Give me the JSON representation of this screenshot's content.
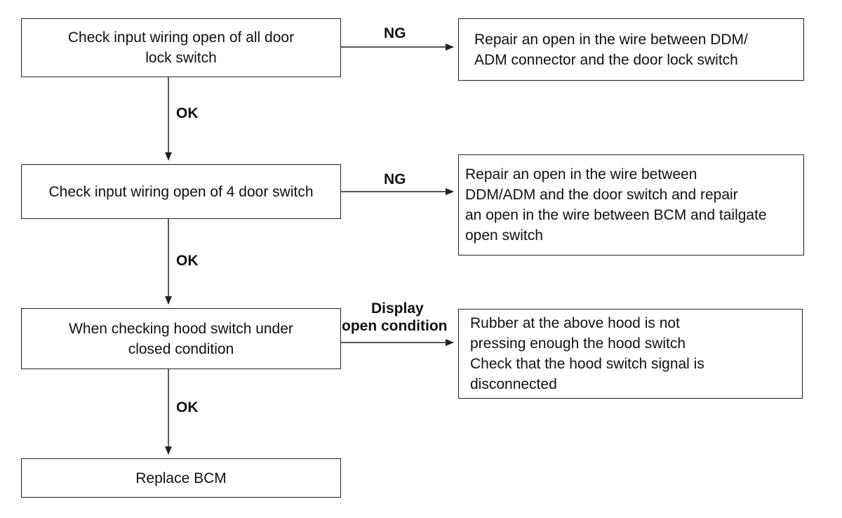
{
  "steps": [
    {
      "lines": [
        "Check input wiring open of all door",
        "lock switch"
      ]
    },
    {
      "lines": [
        "Check input wiring open of 4 door switch"
      ]
    },
    {
      "lines": [
        "When checking hood switch under",
        "closed condition"
      ]
    },
    {
      "lines": [
        "Replace BCM"
      ]
    }
  ],
  "results": [
    {
      "lines": [
        "Repair an open in the wire between DDM/",
        "ADM connector and the door lock switch"
      ]
    },
    {
      "lines": [
        "Repair an open in the wire between",
        "DDM/ADM and the door switch and repair",
        "an open in the wire between BCM and tailgate",
        "open switch"
      ]
    },
    {
      "lines": [
        "Rubber at the above hood is not",
        "pressing enough the hood switch",
        "Check that the hood switch signal is",
        "disconnected"
      ]
    }
  ],
  "labels": {
    "ng_1": "NG",
    "ok_1": "OK",
    "ng_2": "NG",
    "ok_2": "OK",
    "display_line1": "Display",
    "display_line2": "open condition",
    "ok_3": "OK"
  }
}
